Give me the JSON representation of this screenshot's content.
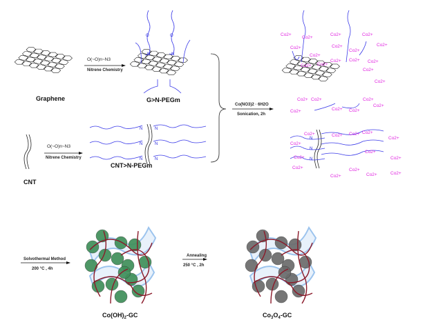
{
  "labels": {
    "graphene": "Graphene",
    "g_peg": "G>N-PEGm",
    "cnt": "CNT",
    "cnt_peg": "CNT>N-PEGm",
    "co_oh_gc": "Co(OH)",
    "co_oh_gc_sub": "2",
    "co_oh_gc_end": "-GC",
    "co3o4_a": "Co",
    "co3o4_s1": "3",
    "co3o4_b": "O",
    "co3o4_s2": "4",
    "co3o4_end": "-GC"
  },
  "arrows": {
    "nitrene_1": "Nitrene Chemistry",
    "nitrene_2": "Nitrene Chemistry",
    "reagent_peg": "O(~O)n~N3",
    "cobalt_reagent": "Co(NO3)2 · 6H2O",
    "sonication": "Sonication, 2h",
    "solvothermal": "Solvothermal Method",
    "solvo_cond": "200 °C , 4h",
    "annealing": "Annealing",
    "anneal_cond": "250 °C , 2h"
  },
  "ion": "Co2+",
  "atoms": {
    "n": "N",
    "o": "O",
    "sub_n": "n"
  },
  "colors": {
    "peg": "#3a3ae8",
    "ion": "#e020e0",
    "co_oh": "#3f8f5a",
    "co3o4": "#6b6b6b",
    "graphene_ribbon": "#9cc4ee",
    "cnt_strand": "#8b1a2a"
  }
}
